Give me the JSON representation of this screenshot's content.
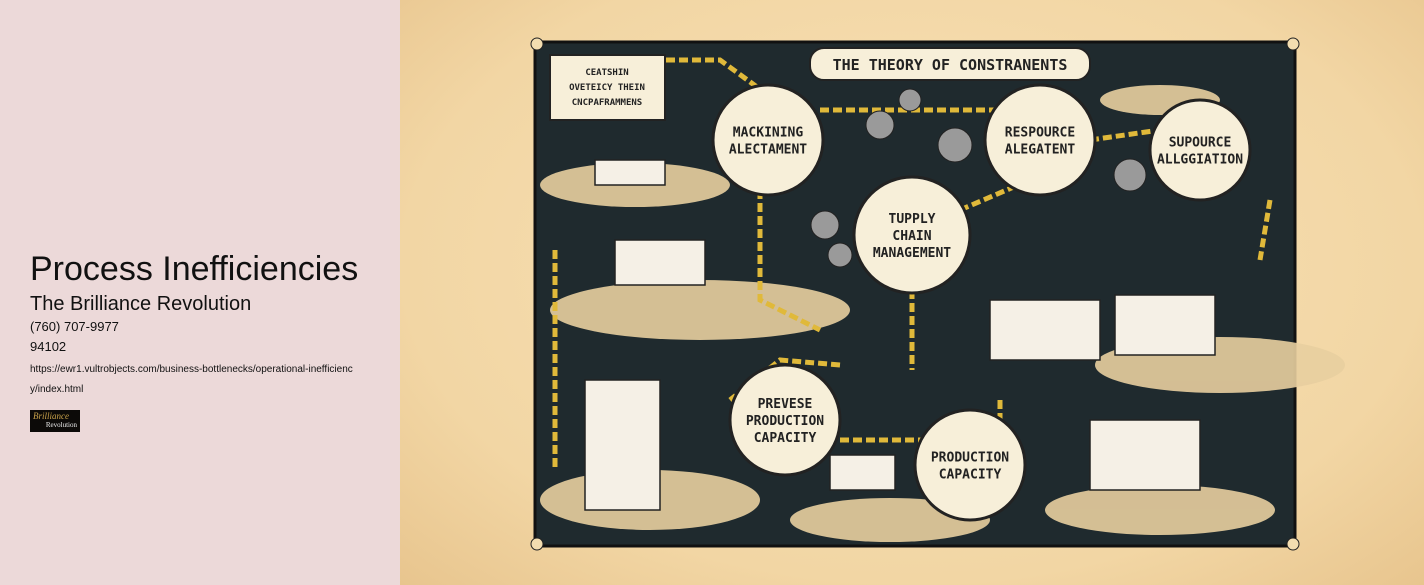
{
  "page": {
    "title": "Process Inefficiencies",
    "company": "The Brilliance Revolution",
    "phone": "(760) 707-9977",
    "zip": "94102",
    "url": "https://ewr1.vultrobjects.com/business-bottlenecks/operational-inefficiency/index.html",
    "logo_text": "The Brilliance Revolution"
  },
  "illustration": {
    "banner": "THE THEORY OF CONSTRANENTS",
    "circles": [
      [
        "MACKINING",
        "ALECTAMENT"
      ],
      [
        "RESPOURCE",
        "ALEGATENT"
      ],
      [
        "SUPOURCE",
        "ALLGGIATION"
      ],
      [
        "TUPPLY",
        "CHAIN",
        "MANAGEMENT"
      ],
      [
        "PREVESE",
        "PRODUCTION",
        "CAPACITY"
      ],
      [
        "PRODUCTION",
        "CAPACITY"
      ]
    ],
    "notes": [
      "CEATSHIN",
      "OVETEICY THEIN",
      "CNCPAFRAMMENS"
    ],
    "colors": {
      "board": "#1f2a2e",
      "chain": "#e0b93a",
      "paper": "#f3ddb0"
    }
  }
}
